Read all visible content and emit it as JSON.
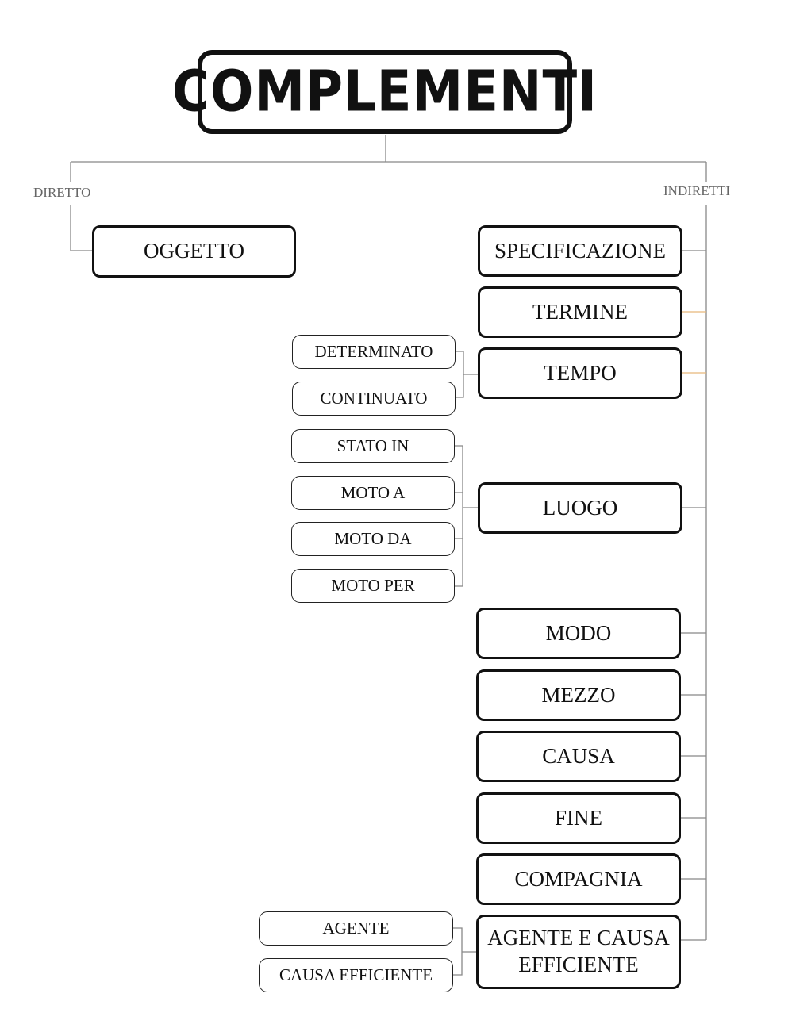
{
  "title": "COMPLEMENTI",
  "branches": {
    "direct_label": "DIRETTO",
    "indirect_label": "INDIRETTI"
  },
  "direct": {
    "oggetto": "OGGETTO"
  },
  "indirect": {
    "specificazione": "SPECIFICAZIONE",
    "termine": "TERMINE",
    "tempo": "TEMPO",
    "luogo": "LUOGO",
    "modo": "MODO",
    "mezzo": "MEZZO",
    "causa": "CAUSA",
    "fine": "FINE",
    "compagnia": "COMPAGNIA",
    "agente_causa_line1": "AGENTE E CAUSA",
    "agente_causa_line2": "EFFICIENTE"
  },
  "sub_items": {
    "tempo": [
      "DETERMINATO",
      "CONTINUATO"
    ],
    "luogo": [
      "STATO IN",
      "MOTO A",
      "MOTO DA",
      "MOTO PER"
    ],
    "agente": [
      "AGENTE",
      "CAUSA EFFICIENTE"
    ]
  },
  "colors": {
    "connector": "#888888",
    "accent_connector": "#e8b87a",
    "border": "#111111"
  }
}
